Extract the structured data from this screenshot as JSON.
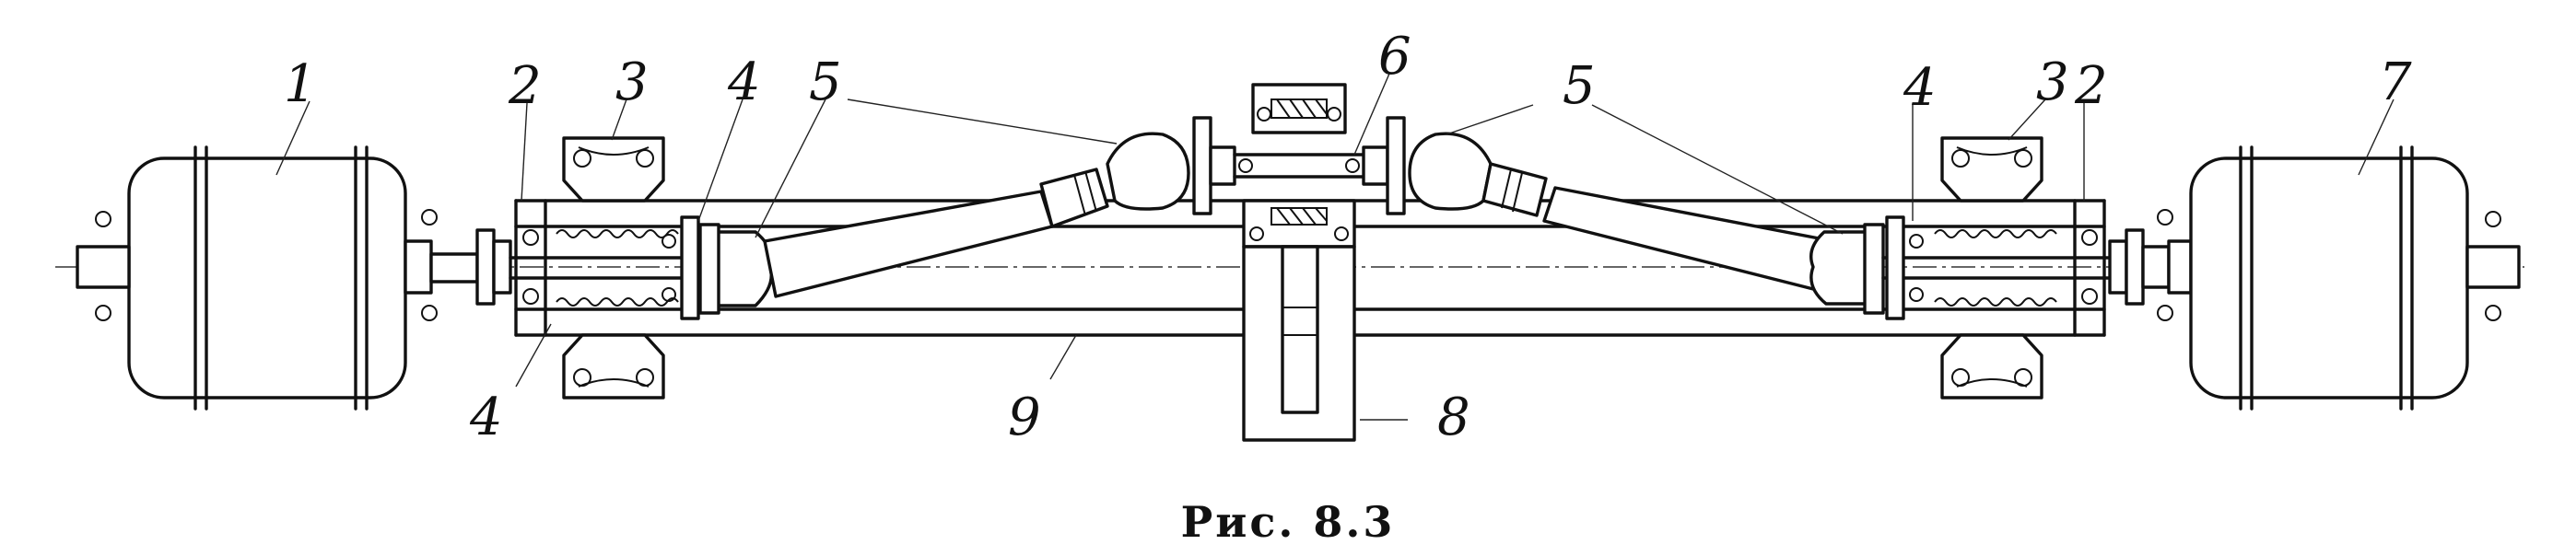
{
  "figure": {
    "caption": "Рис. 8.3",
    "callouts": [
      {
        "id": "1-left",
        "text": "1"
      },
      {
        "id": "2-left",
        "text": "2"
      },
      {
        "id": "3-left",
        "text": "3"
      },
      {
        "id": "4-left-top",
        "text": "4"
      },
      {
        "id": "5-left",
        "text": "5"
      },
      {
        "id": "6",
        "text": "6"
      },
      {
        "id": "5-right",
        "text": "5"
      },
      {
        "id": "4-right",
        "text": "4"
      },
      {
        "id": "3-right",
        "text": "3"
      },
      {
        "id": "2-right",
        "text": "2"
      },
      {
        "id": "7",
        "text": "7"
      },
      {
        "id": "4-left-bottom",
        "text": "4"
      },
      {
        "id": "9",
        "text": "9"
      },
      {
        "id": "8",
        "text": "8"
      }
    ]
  }
}
